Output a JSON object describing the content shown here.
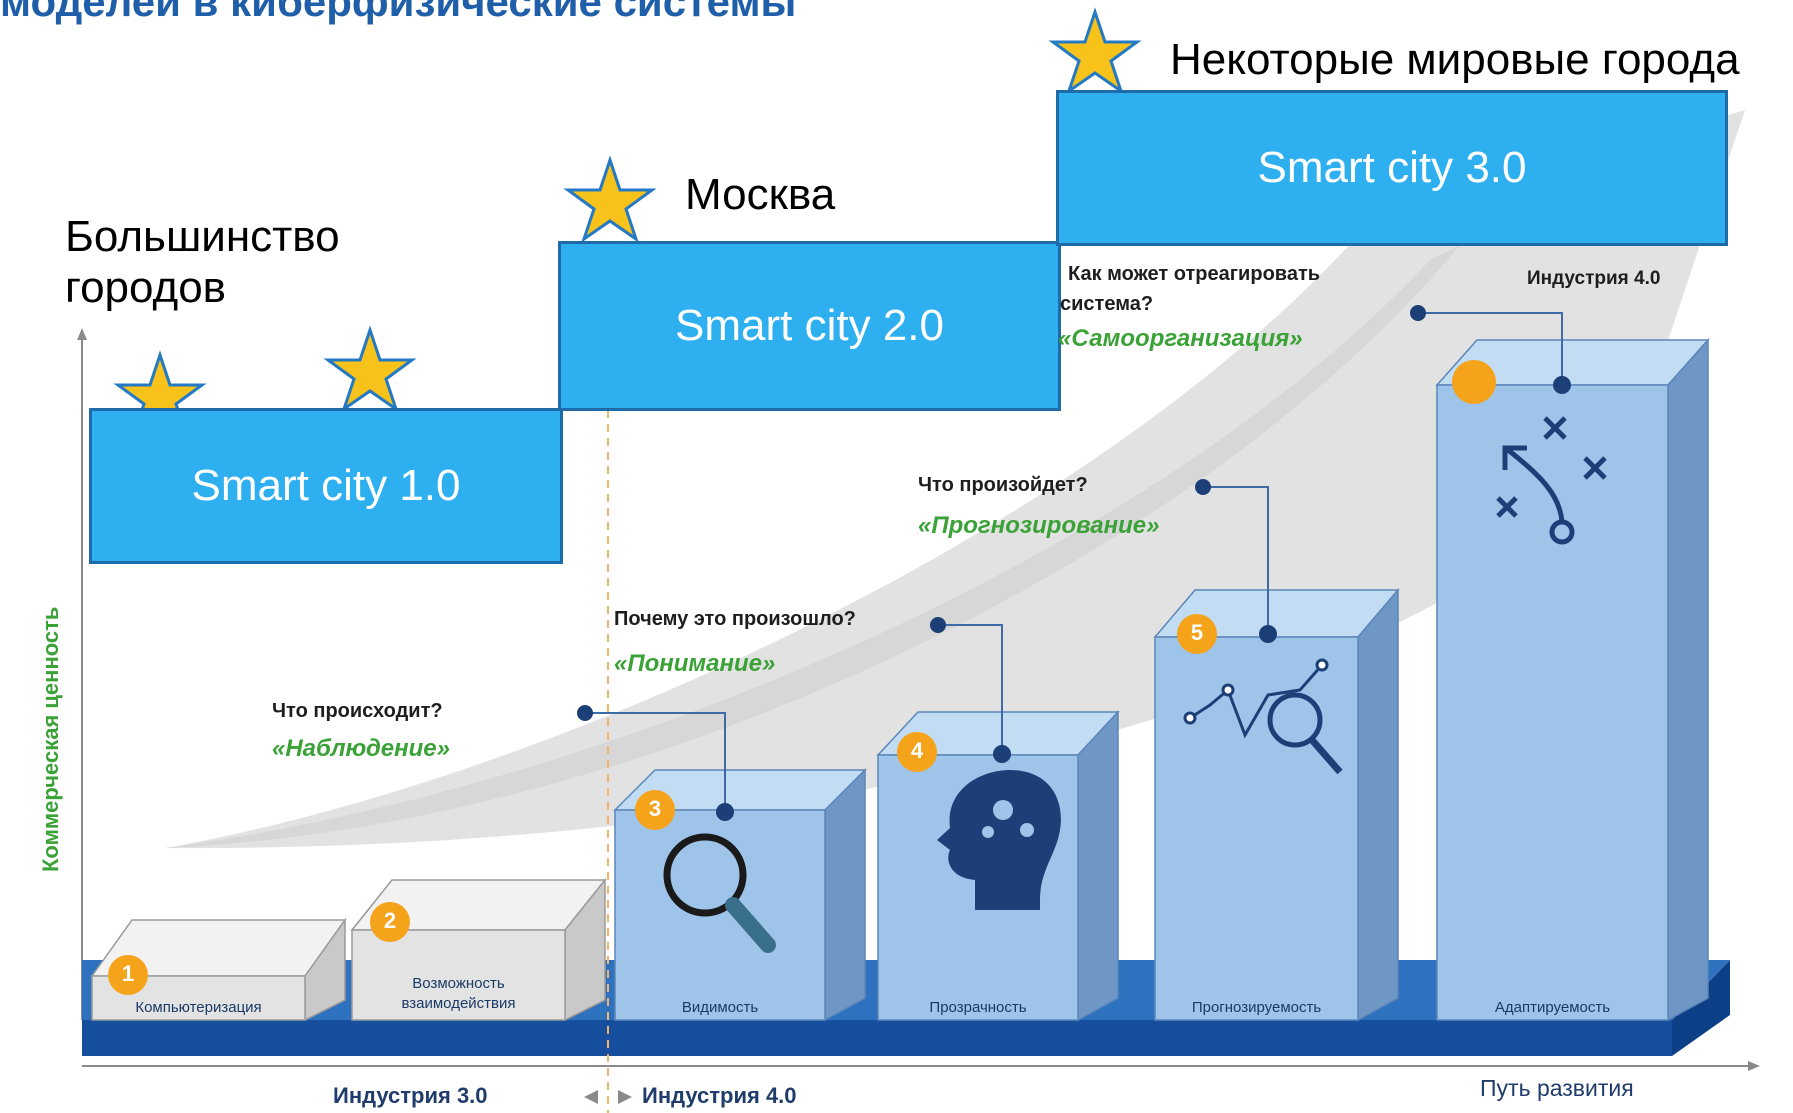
{
  "title": "моделей в киберфизические системы",
  "cities": {
    "most": "Большинство городов",
    "moscow": "Москва",
    "world": "Некоторые мировые города"
  },
  "smart_city": {
    "v1": "Smart city 1.0",
    "v2": "Smart city 2.0",
    "v3": "Smart city 3.0"
  },
  "questions": {
    "q1": "Что происходит?",
    "g1": "«Наблюдение»",
    "q2": "Почему это произошло?",
    "g2": "«Понимание»",
    "q3": "Что произойдет?",
    "g3": "«Прогнозирование»",
    "q4_line1": "Как может отреагировать",
    "q4_line2": "система?",
    "g4": "«Самоорганизация»",
    "industry4_top": "Индустрия 4.0"
  },
  "steps": [
    {
      "num": "1",
      "label": "Компьютеризация"
    },
    {
      "num": "2",
      "label": "Возможность взаимодействия"
    },
    {
      "num": "3",
      "label": "Видимость"
    },
    {
      "num": "4",
      "label": "Прозрачность"
    },
    {
      "num": "5",
      "label": "Прогнозируемость"
    },
    {
      "num": "",
      "label": "Адаптируемость"
    }
  ],
  "axes": {
    "y": "Коммерческая ценность",
    "x": "Путь развития",
    "industry3": "Индустрия 3.0",
    "industry4": "Индустрия 4.0"
  },
  "icons": [
    "star-icon",
    "magnifier-icon",
    "head-gears-icon",
    "analytics-magnifier-icon",
    "strategy-play-icon"
  ],
  "colors": {
    "smart_city": "#2eb0f0",
    "bar_front": "#9ec4ea",
    "bar_side": "#6f97c6",
    "grey_front": "#e3e3e3",
    "base": "#154f9e",
    "badge": "#f5a31a",
    "star": "#f7c21a",
    "green": "#3aa236",
    "title": "#1f5ea8"
  }
}
